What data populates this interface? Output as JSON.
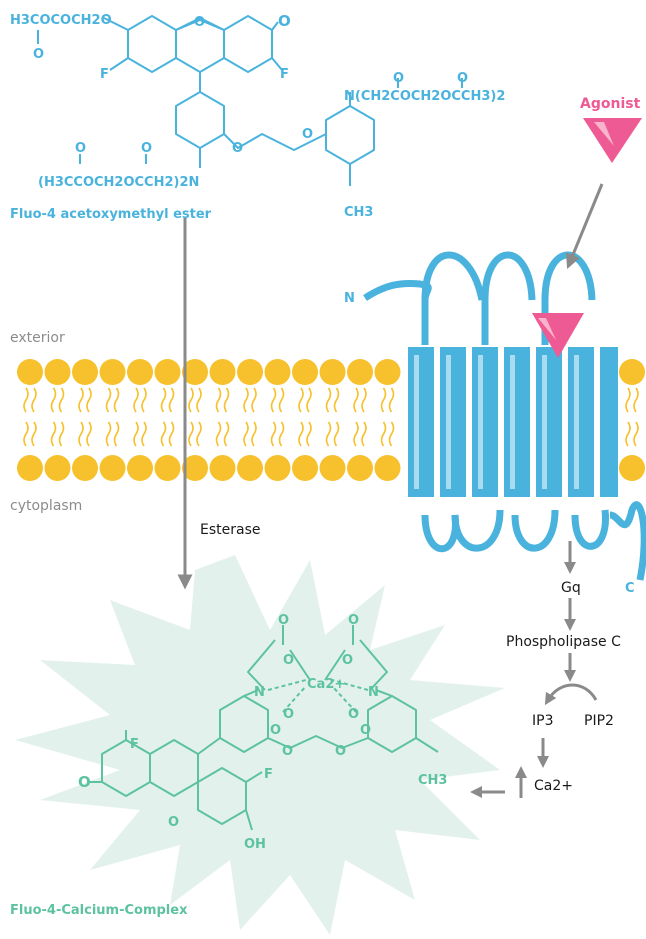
{
  "ester": {
    "name": "Fluo-4 acetoxymethyl ester",
    "group_top_left": "H3COCOCH2O",
    "group_top_right_o": "O",
    "f_left": "F",
    "f_right": "F",
    "ring_o": "O",
    "bridge_o1": "O",
    "bridge_o2": "O",
    "n_right": "N(CH2COCH2OCCH3)2",
    "n_left": "(H3CCOCH2OCCH2)2N",
    "methyl": "CH3",
    "carbonyl_o": "O"
  },
  "membrane": {
    "exterior": "exterior",
    "cytoplasm": "cytoplasm"
  },
  "receptor": {
    "agonist": "Agonist",
    "n_term": "N",
    "c_term": "C"
  },
  "pathway": {
    "esterase": "Esterase",
    "gq": "Gq",
    "plc": "Phospholipase C",
    "ip3": "IP3",
    "pip2": "PIP2",
    "ca": "Ca2+"
  },
  "complex": {
    "name": "Fluo-4-Calcium-Complex",
    "ca": "Ca2+",
    "f_left": "F",
    "f_right": "F",
    "oh": "OH",
    "ketone_o": "O",
    "ring_o": "O",
    "methyl": "CH3",
    "n": "N",
    "o": "O"
  },
  "colors": {
    "ester_blue": "#4ab3dd",
    "complex_green": "#5cc29f",
    "agonist_pink": "#ee5a93",
    "lipid_yellow": "#f6c12c",
    "receptor_blue": "#4ab3dd",
    "arrow_grey": "#8a8a8a"
  }
}
